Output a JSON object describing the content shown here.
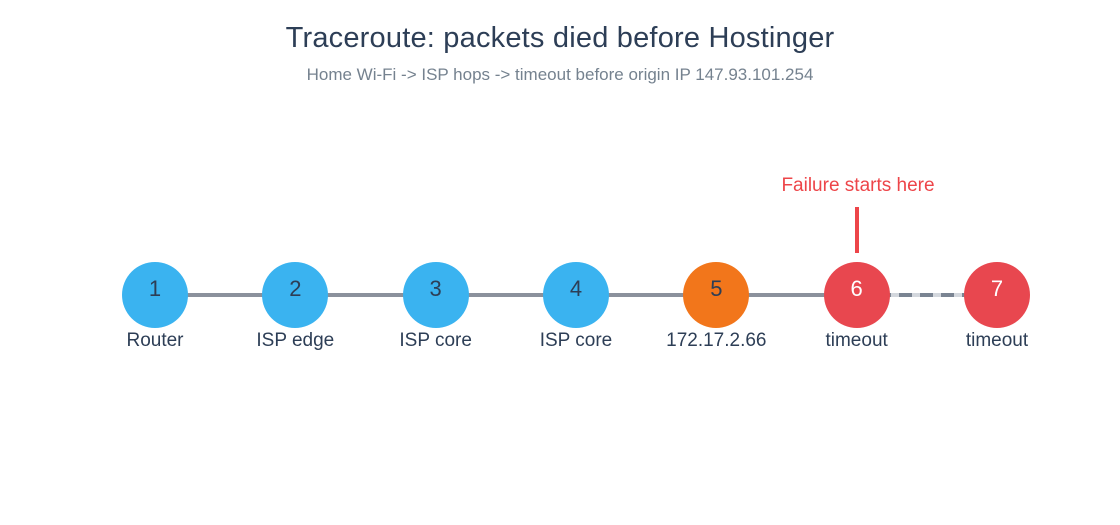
{
  "title": "Traceroute: packets died before Hostinger",
  "subtitle": "Home Wi-Fi -> ISP hops -> timeout before origin IP 147.93.101.254",
  "annotation": {
    "text": "Failure starts here",
    "color": "#ed4549"
  },
  "colors": {
    "title_text": "#2d3e56",
    "subtitle_text": "#75828f",
    "label_text": "#2d3e56",
    "hop_ok": "#3ab3f0",
    "hop_warning": "#f2761b",
    "hop_failed": "#e8474f",
    "link_solid": "#8b919c",
    "link_dash": "#7a8492",
    "link_dash_track": "#d3d7dd",
    "background": "#ffffff"
  },
  "nodes": [
    {
      "hop": "1",
      "label": "Router",
      "color": "#3ab3f0",
      "number_color": "#2d3e56"
    },
    {
      "hop": "2",
      "label": "ISP edge",
      "color": "#3ab3f0",
      "number_color": "#2d3e56"
    },
    {
      "hop": "3",
      "label": "ISP core",
      "color": "#3ab3f0",
      "number_color": "#2d3e56"
    },
    {
      "hop": "4",
      "label": "ISP core",
      "color": "#3ab3f0",
      "number_color": "#2d3e56"
    },
    {
      "hop": "5",
      "label": "172.17.2.66",
      "color": "#f2761b",
      "number_color": "#2d3e56"
    },
    {
      "hop": "6",
      "label": "timeout",
      "color": "#e8474f",
      "number_color": "#ffffff"
    },
    {
      "hop": "7",
      "label": "timeout",
      "color": "#e8474f",
      "number_color": "#ffffff"
    }
  ],
  "links": [
    {
      "from": 1,
      "to": 2,
      "style": "solid"
    },
    {
      "from": 2,
      "to": 3,
      "style": "solid"
    },
    {
      "from": 3,
      "to": 4,
      "style": "solid"
    },
    {
      "from": 4,
      "to": 5,
      "style": "solid"
    },
    {
      "from": 5,
      "to": 6,
      "style": "solid"
    },
    {
      "from": 6,
      "to": 7,
      "style": "dashed"
    }
  ]
}
